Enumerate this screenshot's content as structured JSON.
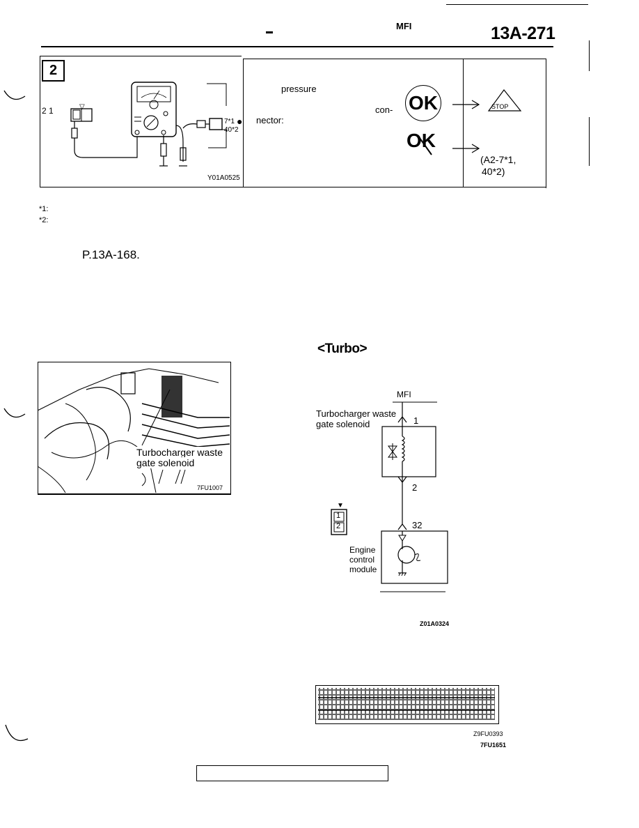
{
  "header": {
    "dash": "-",
    "mfi": "MFI",
    "page_number": "13A-271"
  },
  "step_table": {
    "step_number": "2",
    "figure_code": "Y01A0525",
    "connector_pin_labels": [
      "2",
      "1"
    ],
    "terminal_label_1": "7*1",
    "terminal_label_2": "40*2",
    "text_pressure": "pressure",
    "text_con": "con-",
    "text_nector": "nector:",
    "bullet": "●",
    "ok_label": "OK",
    "ng_label": "OK",
    "stop_label": "STOP",
    "ng_result_line1": "(A2-7*1,",
    "ng_result_line2": "40*2)"
  },
  "footnotes": {
    "note1": "*1:",
    "note2": "*2:"
  },
  "reference": "P.13A-168.",
  "turbo_heading": "<Turbo>",
  "photo": {
    "callout_line1": "Turbocharger waste",
    "callout_line2": "gate solenoid",
    "figure_code": "7FU1007"
  },
  "circuit": {
    "mfi_label": "MFI",
    "solenoid_line1": "Turbocharger waste",
    "solenoid_line2": "gate solenoid",
    "pin_top": "1",
    "pin_bottom": "2",
    "pin_ecm": "32",
    "ecm_line1": "Engine",
    "ecm_line2": "control",
    "ecm_line3": "module",
    "connector_pins": [
      "1",
      "2"
    ],
    "figure_code": "Z01A0324"
  },
  "connector_figure": {
    "code_1": "Z9FU0393",
    "code_2": "7FU1651"
  },
  "footer_box": ""
}
